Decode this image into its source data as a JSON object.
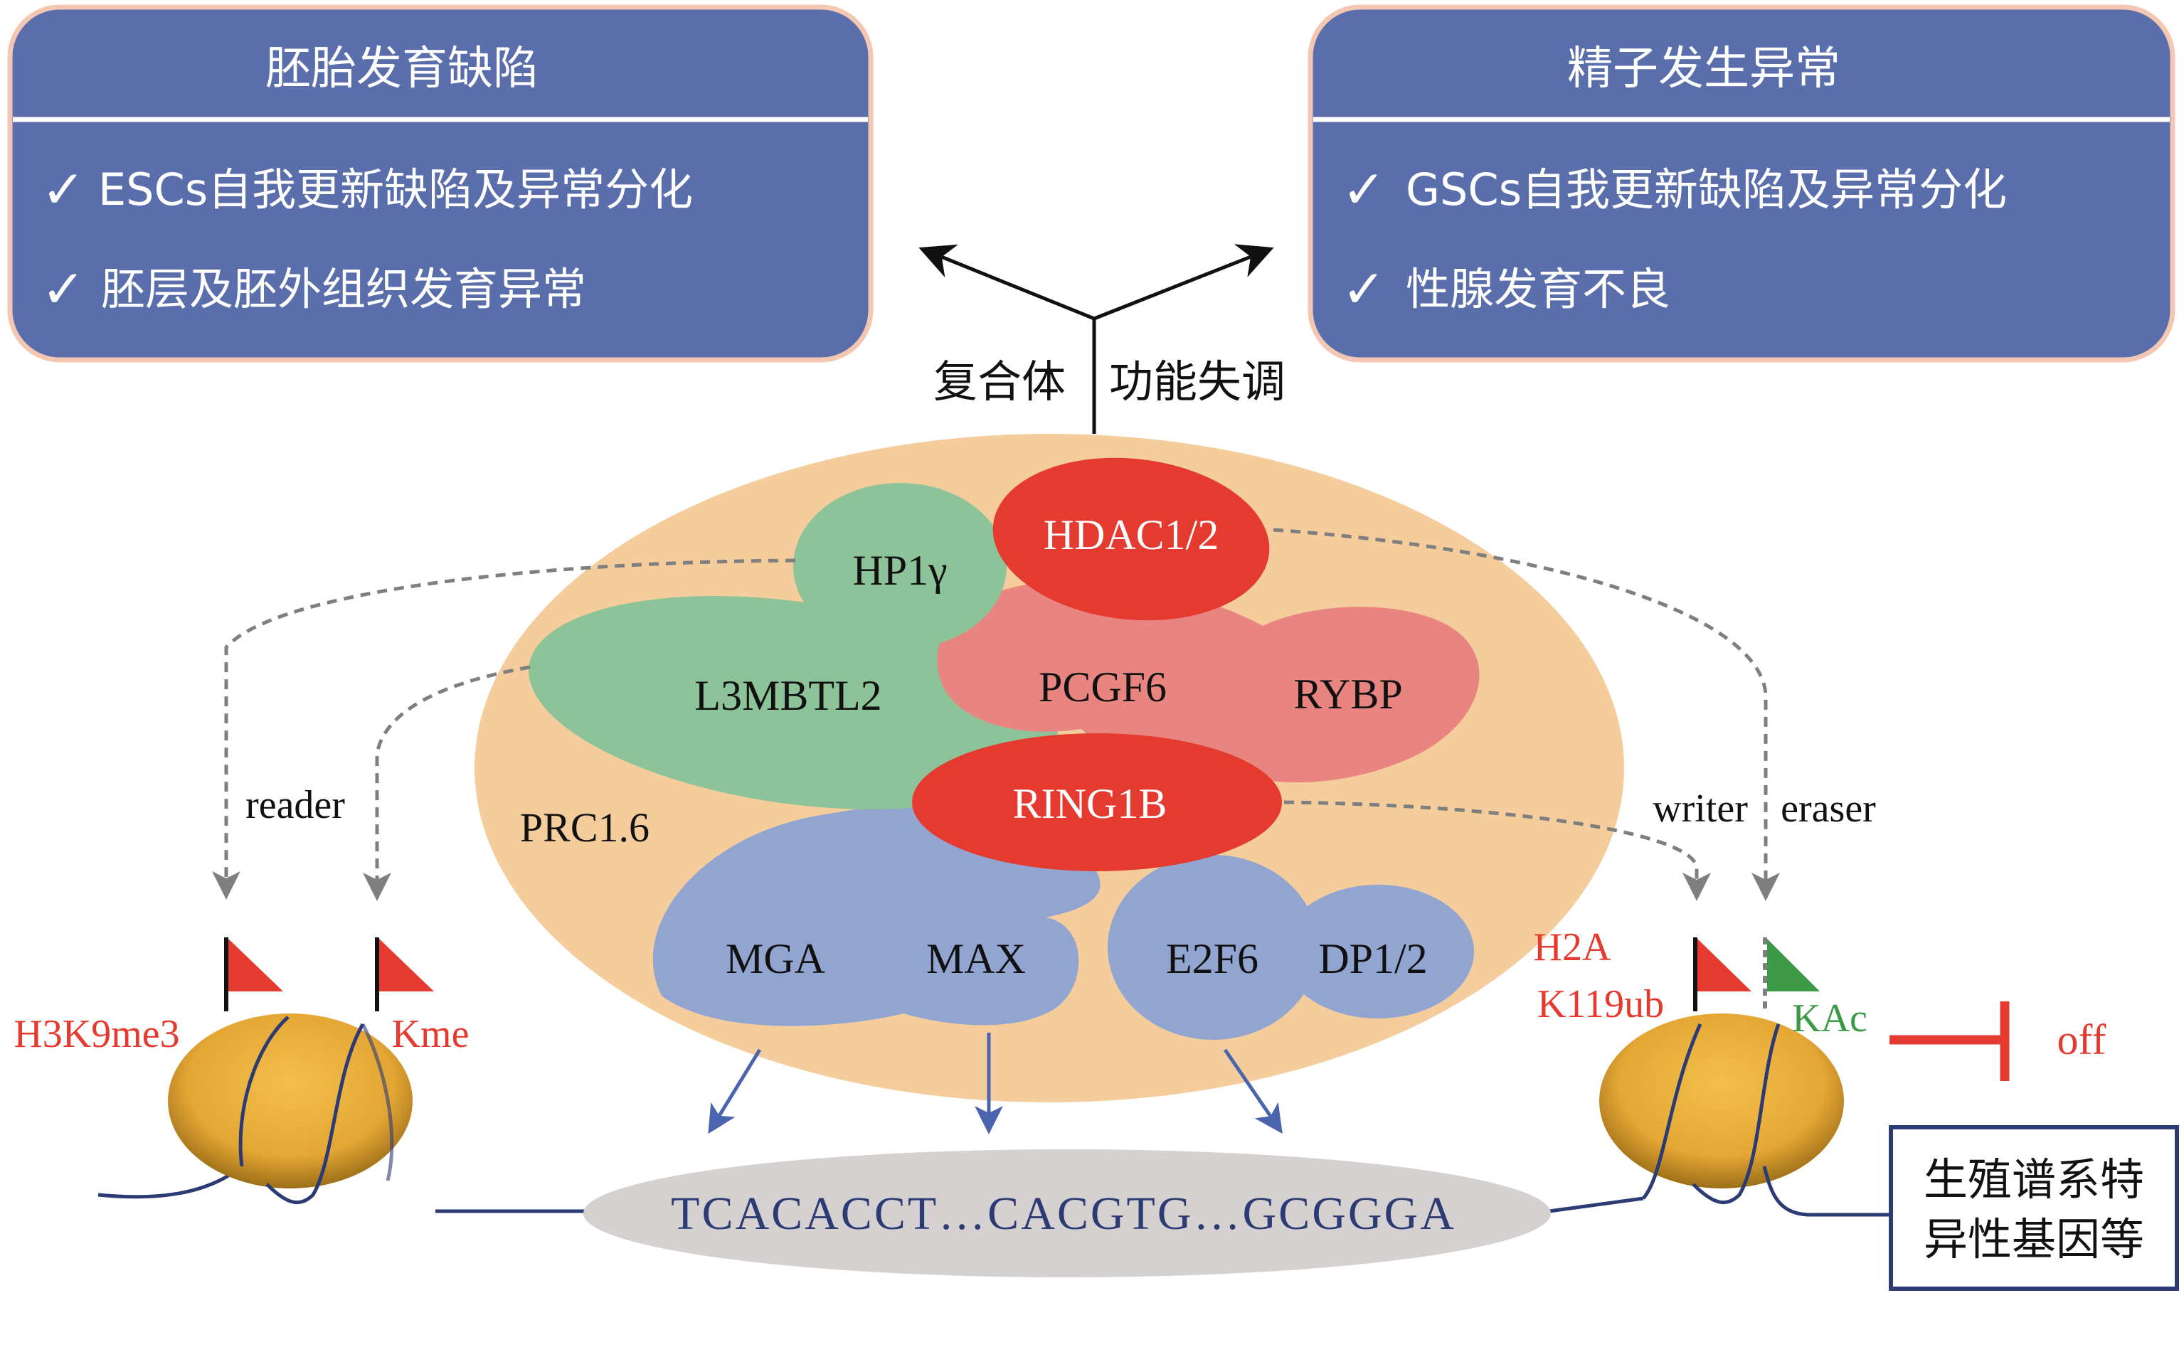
{
  "panels": {
    "left": {
      "title": "胚胎发育缺陷",
      "items": [
        "ESCs自我更新缺陷及异常分化",
        "胚层及胚外组织发育异常"
      ]
    },
    "right": {
      "title": "精子发生异常",
      "items": [
        "GSCs自我更新缺陷及异常分化",
        "性腺发育不良"
      ]
    },
    "check_mark": "✓"
  },
  "dysfunction": {
    "left_label": "复合体",
    "right_label": "功能失调"
  },
  "complex": {
    "name": "PRC1.6",
    "subunits": {
      "hp1g": "HP1γ",
      "hdac": "HDAC1/2",
      "l3mbtl2": "L3MBTL2",
      "pcgf6": "PCGF6",
      "rybp": "RYBP",
      "ring1b": "RING1B",
      "mga": "MGA",
      "max": "MAX",
      "e2f6": "E2F6",
      "dp": "DP1/2"
    }
  },
  "roles": {
    "reader": "reader",
    "writer": "writer",
    "eraser": "eraser"
  },
  "marks": {
    "h3k9me3": "H3K9me3",
    "kme": "Kme",
    "h2a_line1": "H2A",
    "h2a_line2": "K119ub",
    "kac": "KAc"
  },
  "dna_sequence": "TCACACCT…CACGTG…GCGGGA",
  "off_label": "off",
  "target_box": {
    "line1": "生殖谱系特",
    "line2": "异性基因等"
  },
  "colors": {
    "panel_fill": "#5b6eac",
    "panel_border": "#f3c7b2",
    "complex_fill": "#f5cd9c",
    "green_subunit": "#8dc398",
    "red_subunit": "#e53a2f",
    "pink_subunit": "#e88580",
    "blue_subunit": "#92a5d1",
    "dna_fill": "#d5d1d1",
    "dna_text": "#2d3b74",
    "mark_red": "#e53a2f",
    "mark_green": "#3c9a47",
    "arrow_blue": "#4a64ad",
    "dashed_grey": "#7f7f7f"
  }
}
